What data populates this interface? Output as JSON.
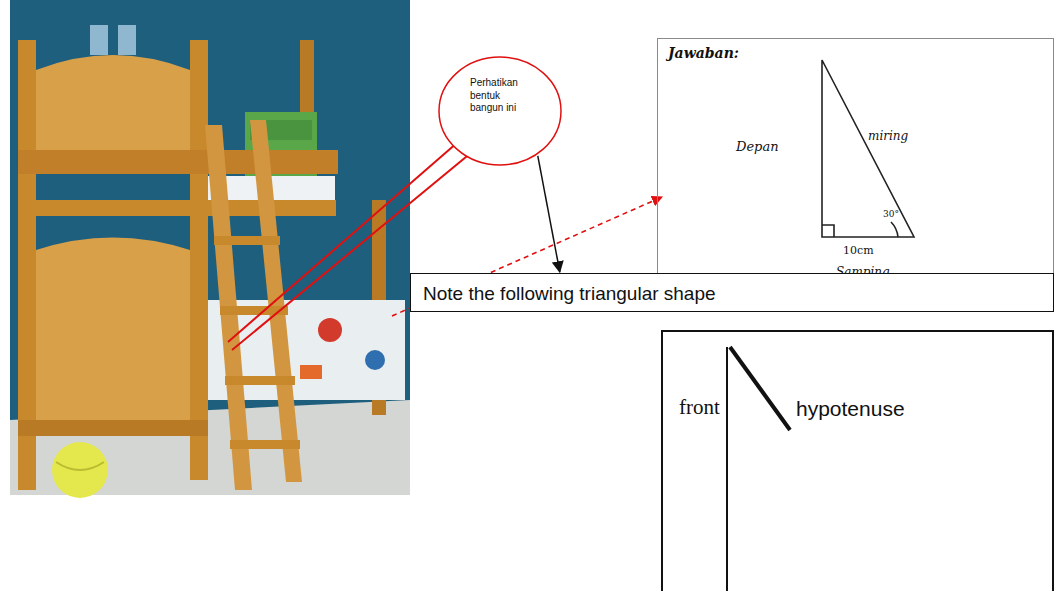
{
  "diagram": {
    "nodes": [
      {
        "text": [
          "Perhatikan bentuk bangun ini"
        ]
      },
      {
        "text": [
          "Jawaban:",
          "Depan",
          "miring",
          "30°",
          "10cm",
          "Samping"
        ]
      },
      {
        "text": [
          "Note the following triangular shape"
        ]
      },
      {
        "text": [
          "front",
          "hypotenuse"
        ]
      }
    ],
    "edges": [
      {
        "from": 0,
        "to": 2,
        "arrow": "to"
      }
    ]
  }
}
